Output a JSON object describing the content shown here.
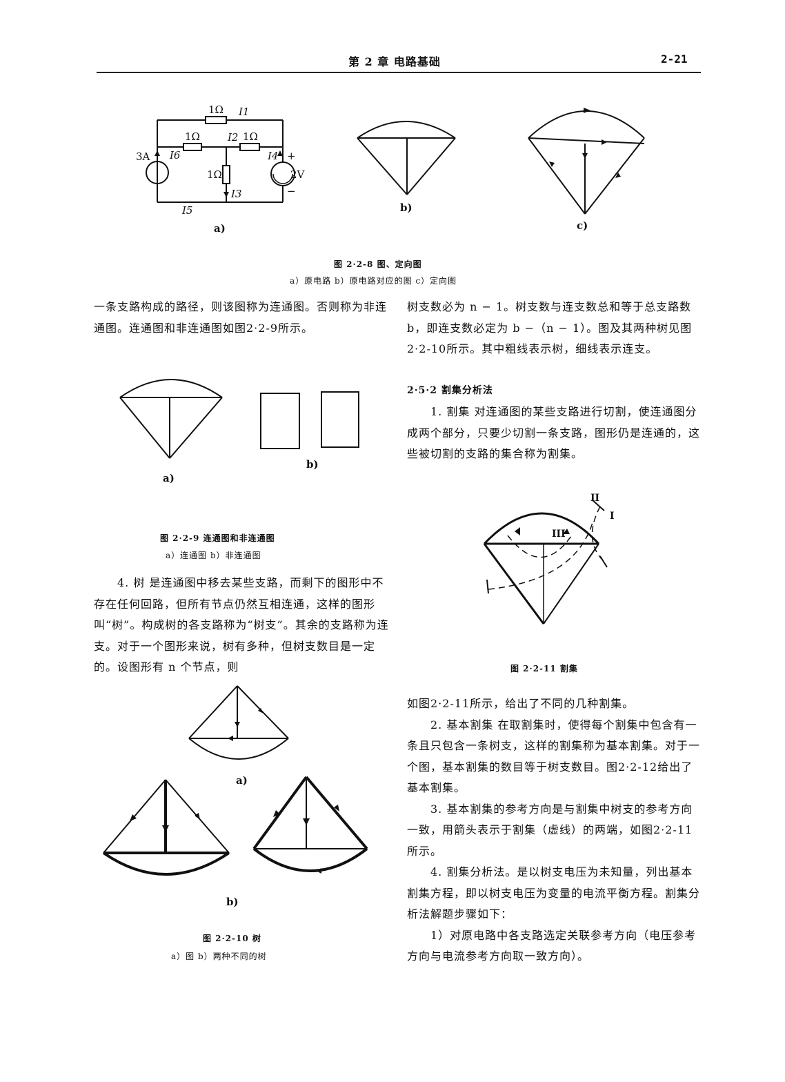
{
  "header": {
    "title": "第 2 章  电路基础",
    "page": "2-21"
  },
  "fig228": {
    "circuit": {
      "r_top": "1Ω",
      "i1": "I1",
      "r_left": "1Ω",
      "r_right": "1Ω",
      "i2": "I2",
      "src_a": "3A",
      "i6": "I6",
      "r_mid": "1Ω",
      "i3": "I3",
      "i4": "I4",
      "src_v": "2V",
      "plus": "+",
      "minus": "−",
      "i5": "I5"
    },
    "label_a": "a)",
    "label_b": "b)",
    "label_c": "c)",
    "caption": "图 2·2-8  图、定向图",
    "sub": "a）原电路   b）原电路对应的图   c）定向图"
  },
  "left_text": {
    "p1": "一条支路构成的路径，则该图称为连通图。否则称为非连通图。连通图和非连通图如图2·2-9所示。"
  },
  "fig229": {
    "label_a": "a)",
    "label_b": "b)",
    "caption": "图 2·2-9  连通图和非连通图",
    "sub": "a）连通图   b）非连通图"
  },
  "left_text2": {
    "p2": "4. 树  是连通图中移去某些支路，而剩下的图形中不存在任何回路，但所有节点仍然互相连通，这样的图形叫“树”。构成树的各支路称为“树支”。其余的支路称为连支。对于一个图形来说，树有多种，但树支数目是一定的。设图形有 n 个节点，则"
  },
  "fig2210": {
    "label_a": "a)",
    "label_b": "b)",
    "caption": "图 2·2-10  树",
    "sub": "a）图   b）两种不同的树"
  },
  "right_text": {
    "p1": "树支数必为 n − 1。树支数与连支数总和等于总支路数 b，即连支数必定为 b −（n − 1）。图及其两种树见图2·2-10所示。其中粗线表示树，细线表示连支。",
    "section": "2·5·2  割集分析法",
    "p2": "1. 割集  对连通图的某些支路进行切割，使连通图分成两个部分，只要少切割一条支路，图形仍是连通的，这些被切割的支路的集合称为割集。"
  },
  "fig2211": {
    "cut1": "I",
    "cut2": "II",
    "cut3": "III",
    "caption": "图 2·2-11  割集"
  },
  "right_text2": {
    "p3": "如图2·2-11所示，给出了不同的几种割集。",
    "p4": "2. 基本割集  在取割集时，使得每个割集中包含有一条且只包含一条树支，这样的割集称为基本割集。对于一个图，基本割集的数目等于树支数目。图2·2-12给出了基本割集。",
    "p5": "3. 基本割集的参考方向是与割集中树支的参考方向一致，用箭头表示于割集（虚线）的两端，如图2·2-11所示。",
    "p6": "4. 割集分析法。是以树支电压为未知量，列出基本割集方程，即以树支电压为变量的电流平衡方程。割集分析法解题步骤如下：",
    "p7": "1）对原电路中各支路选定关联参考方向（电压参考方向与电流参考方向取一致方向）。"
  }
}
